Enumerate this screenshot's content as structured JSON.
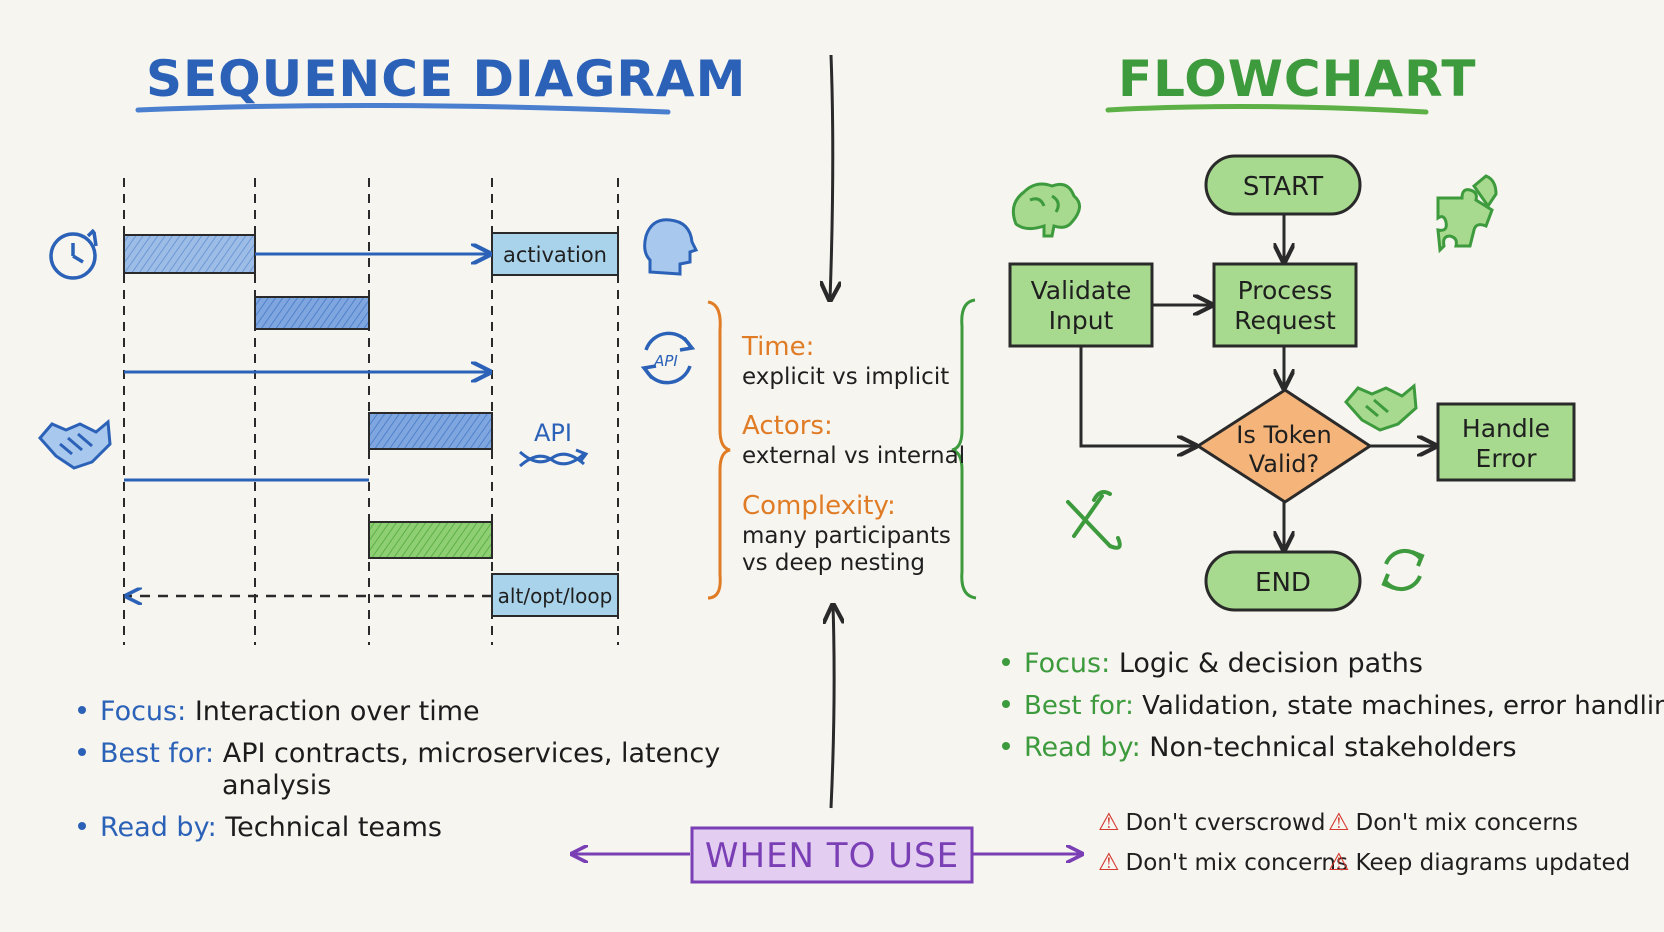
{
  "titles": {
    "left": "SEQUENCE DIAGRAM",
    "right": "FLOWCHART"
  },
  "colors": {
    "blue": "#2b62b8",
    "green": "#3d9a3d",
    "orange": "#e07c26",
    "purple": "#7b3fb5",
    "red": "#d23a2e"
  },
  "sequence": {
    "activation_label": "activation",
    "fragment_label": "alt/opt/loop",
    "api_label": "API",
    "api_cycle_label": "API"
  },
  "compare": {
    "items": [
      {
        "head": "Time:",
        "lines": [
          "explicit vs implicit"
        ]
      },
      {
        "head": "Actors:",
        "lines": [
          "external vs internal"
        ]
      },
      {
        "head": "Complexity:",
        "lines": [
          "many participants",
          "vs deep nesting"
        ]
      }
    ]
  },
  "flowchart": {
    "start": "START",
    "validate": [
      "Validate",
      "Input"
    ],
    "process": [
      "Process",
      "Request"
    ],
    "decision": [
      "Is Token",
      "Valid?"
    ],
    "handle": [
      "Handle",
      "Error"
    ],
    "end": "END"
  },
  "left_bullets": [
    {
      "key": "Focus:",
      "value": "Interaction over time"
    },
    {
      "key": "Best for:",
      "value": "API contracts, microservices, latency",
      "cont": "analysis"
    },
    {
      "key": "Read by:",
      "value": "Technical teams"
    }
  ],
  "right_bullets": [
    {
      "key": "Focus:",
      "value": "Logic & decision paths"
    },
    {
      "key": "Best for:",
      "value": "Validation, state machines, error handling"
    },
    {
      "key": "Read by:",
      "value": "Non-technical stakeholders"
    }
  ],
  "when_to_use": "WHEN TO USE",
  "warnings": [
    "Don't cverscrowd",
    "Don't mix concerns",
    "Don't mix concerns",
    "Keep diagrams updated"
  ],
  "icons": [
    "clock-icon",
    "head-icon",
    "handshake-icon",
    "api-twist-icon",
    "api-cycle-icon",
    "brain-icon",
    "puzzle-icon",
    "wrench-icon",
    "refresh-icon",
    "handshake-green-icon",
    "warning-icon"
  ]
}
